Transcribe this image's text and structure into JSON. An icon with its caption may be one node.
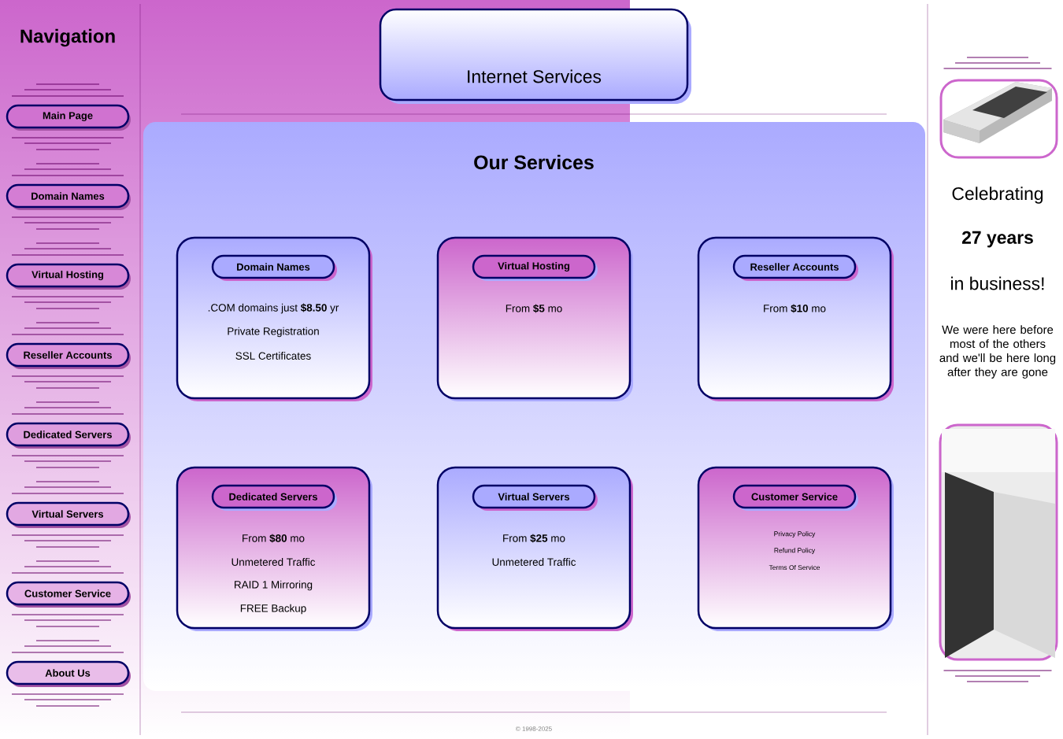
{
  "diagram": {
    "nodes": [
      {
        "text": [
          "Main Page"
        ]
      },
      {
        "text": [
          "Domain Names"
        ]
      },
      {
        "text": [
          "Virtual Hosting"
        ]
      },
      {
        "text": [
          "Reseller Accounts"
        ]
      },
      {
        "text": [
          "Dedicated Servers"
        ]
      },
      {
        "text": [
          "Virtual Servers"
        ]
      },
      {
        "text": [
          "Customer Service"
        ]
      },
      {
        "text": [
          "About Us"
        ]
      },
      {
        "text": [
          "Internet Services"
        ]
      },
      {
        "text": [
          "Our Services"
        ]
      },
      {
        "text": [
          "Domain Names",
          ".COM domains just **$8.50** yr",
          "Private Registration",
          "SSL Certificates"
        ],
        "in": 9
      },
      {
        "text": [
          "Virtual Hosting",
          "From **$5** mo"
        ],
        "in": 9
      },
      {
        "text": [
          "Reseller Accounts",
          "From **$10** mo"
        ],
        "in": 9
      },
      {
        "text": [
          "Dedicated Servers",
          "From **$80** mo",
          "Unmetered Traffic",
          "RAID 1 Mirroring",
          "FREE Backup"
        ],
        "in": 9
      },
      {
        "text": [
          "Virtual Servers",
          "From **$25** mo",
          "Unmetered Traffic"
        ],
        "in": 9
      },
      {
        "text": [
          "Customer Service",
          "Privacy Policy",
          "Refund Policy",
          "Terms Of Service"
        ],
        "in": 9
      }
    ],
    "labels": [
      "Navigation",
      "Celebrating",
      "27 years",
      "in business!",
      "We were here before most of the others and we'll be here long after they are gone",
      "© 1998-2025"
    ]
  }
}
